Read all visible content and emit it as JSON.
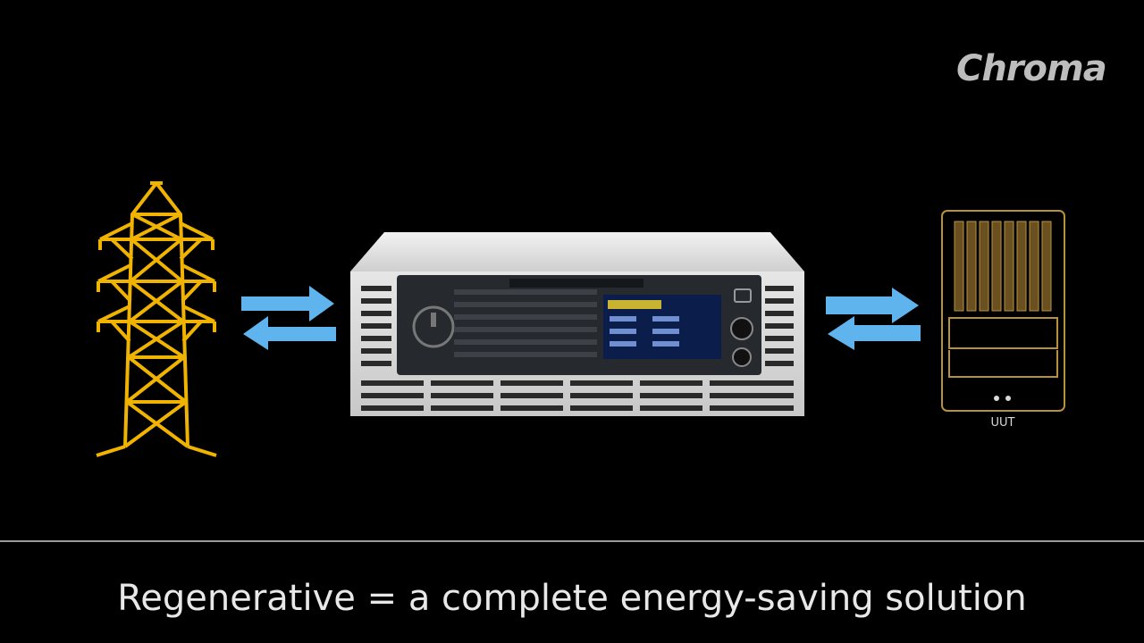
{
  "brand": {
    "logo_text": "Chroma"
  },
  "diagram": {
    "grid_icon": "power-transmission-tower",
    "device_icon": "regenerative-power-supply",
    "uut_icon": "unit-under-test",
    "uut_label": "UUT",
    "arrow_color": "#5fb4ee",
    "tower_color": "#f0b400"
  },
  "caption": {
    "text": "Regenerative = a complete energy-saving solution"
  }
}
